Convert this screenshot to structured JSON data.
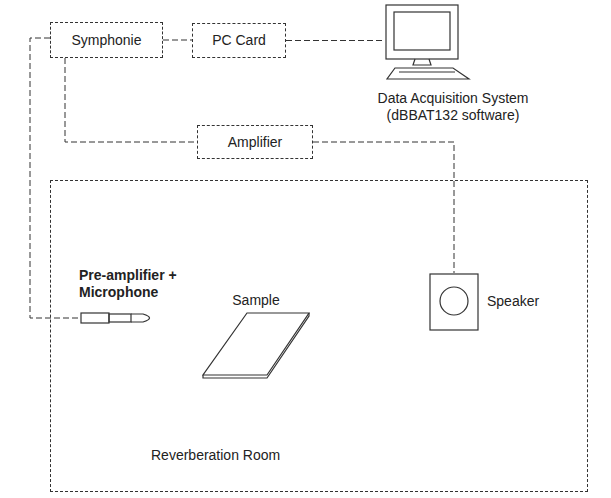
{
  "diagram": {
    "nodes": [
      {
        "text": [
          "Symphonie"
        ]
      },
      {
        "text": [
          "PC Card"
        ]
      },
      {
        "text": [
          "Data Acquisition System (dBBAT132 software)"
        ]
      },
      {
        "text": [
          "Amplifier"
        ]
      },
      {
        "text": [
          "Reverberation Room"
        ]
      },
      {
        "text": [
          "Pre-amplifier + Microphone"
        ],
        "in": 4
      },
      {
        "text": [
          "Sample"
        ],
        "in": 4
      },
      {
        "text": [
          "Speaker"
        ],
        "in": 4
      }
    ],
    "edges": [
      {
        "from": 0,
        "to": 1,
        "arrow": "none"
      },
      {
        "from": 1,
        "to": 2,
        "arrow": "none"
      },
      {
        "from": 0,
        "to": 3,
        "arrow": "none"
      },
      {
        "from": 3,
        "to": 7,
        "arrow": "none"
      },
      {
        "from": 0,
        "to": 5,
        "arrow": "none"
      }
    ]
  }
}
